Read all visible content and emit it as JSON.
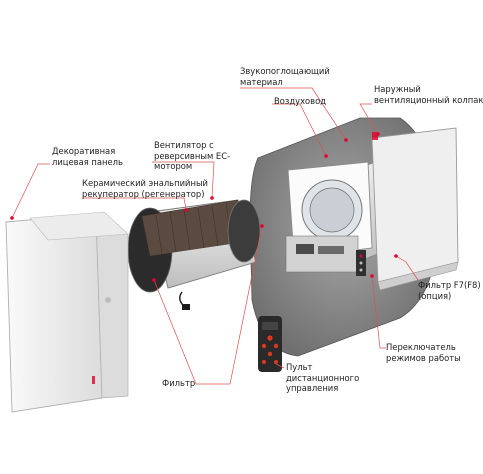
{
  "labels": {
    "sound_material": [
      "Звукопоглощающий",
      "материал"
    ],
    "duct": [
      "Воздуховод"
    ],
    "outer_hood": [
      "Наружный",
      "вентиляционный колпак"
    ],
    "decor_panel": [
      "Декоративная",
      "лицевая панель"
    ],
    "fan": [
      "Вентилятор с",
      "реверсивным ЕС-",
      "мотором"
    ],
    "recuperator": [
      "Керамический энальпийный",
      "рекуператор (регенератор)"
    ],
    "filter_f7": [
      "Фильтр F7(F8)",
      "(опция)"
    ],
    "mode_switch": [
      "Переключатель",
      "режимов работы"
    ],
    "remote": [
      "Пульт",
      "дистанционного",
      "управления"
    ],
    "filter": [
      "Фильтр"
    ]
  },
  "colors": {
    "callout": "#d9534f",
    "dot": "#e4002b",
    "insulation": "#8f8f8f",
    "panel": "#f2f2f2",
    "remote": "#2a2a2a",
    "remote_button": "#d83a1e"
  }
}
